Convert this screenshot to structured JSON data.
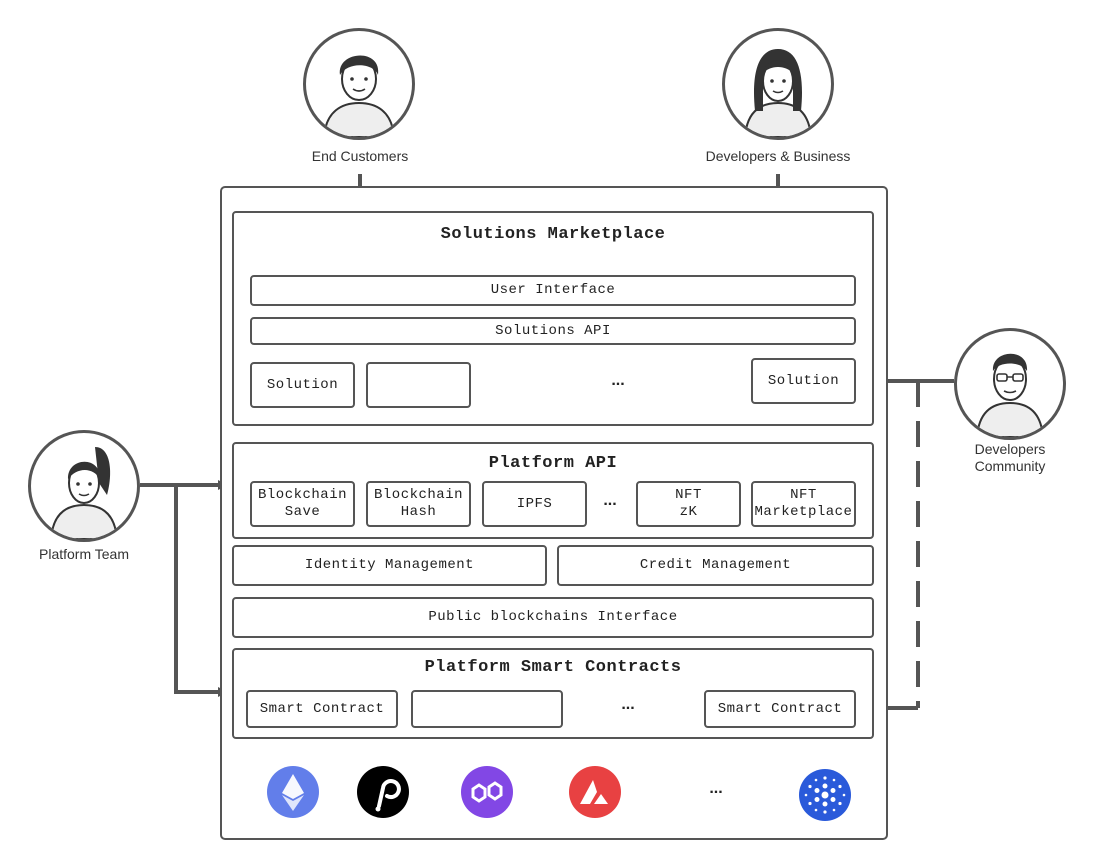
{
  "actors": {
    "end_customers": "End Customers",
    "developers_business": "Developers & Business",
    "developers_community": "Developers\nCommunity",
    "platform_team": "Platform Team"
  },
  "marketplace": {
    "title": "Solutions Marketplace",
    "user_interface": "User Interface",
    "solutions_api": "Solutions API",
    "solution_1": "Solution",
    "solution_2": "",
    "ellipsis": "...",
    "solution_last": "Solution"
  },
  "platform_api": {
    "title": "Platform API",
    "items": [
      "Blockchain\nSave",
      "Blockchain\nHash",
      "IPFS",
      "NFT\nzK",
      "NFT\nMarketplace"
    ],
    "ellipsis": "..."
  },
  "identity_management": "Identity Management",
  "credit_management": "Credit Management",
  "public_blockchains": "Public blockchains Interface",
  "smart_contracts": {
    "title": "Platform Smart Contracts",
    "contract_1": "Smart Contract",
    "contract_2": "",
    "ellipsis": "...",
    "contract_last": "Smart Contract"
  },
  "chains": {
    "icons": [
      "ethereum-icon",
      "polkadot-icon",
      "polygon-icon",
      "avalanche-icon",
      "cardano-icon"
    ],
    "colors": [
      "#627EEA",
      "#000000",
      "#8247E5",
      "#E84142",
      "#2A5ADA"
    ],
    "ellipsis": "..."
  }
}
